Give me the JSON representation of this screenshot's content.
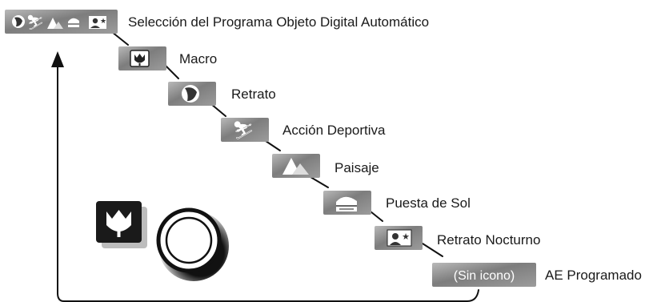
{
  "title": "Selección del Programa Objeto Digital Automático",
  "steps": [
    {
      "icon": "macro-icon",
      "label": "Macro"
    },
    {
      "icon": "portrait-icon",
      "label": "Retrato"
    },
    {
      "icon": "sports-action-icon",
      "label": "Acción Deportiva"
    },
    {
      "icon": "landscape-icon",
      "label": "Paisaje"
    },
    {
      "icon": "sunset-icon",
      "label": "Puesta de Sol"
    },
    {
      "icon": "night-portrait-icon",
      "label": "Retrato Nocturno"
    },
    {
      "icon_text": "(Sin icono)",
      "label": "AE Programado"
    }
  ],
  "colors": {
    "tile": "#8a8a8a",
    "text": "#1a1a1a",
    "line": "#111111"
  }
}
